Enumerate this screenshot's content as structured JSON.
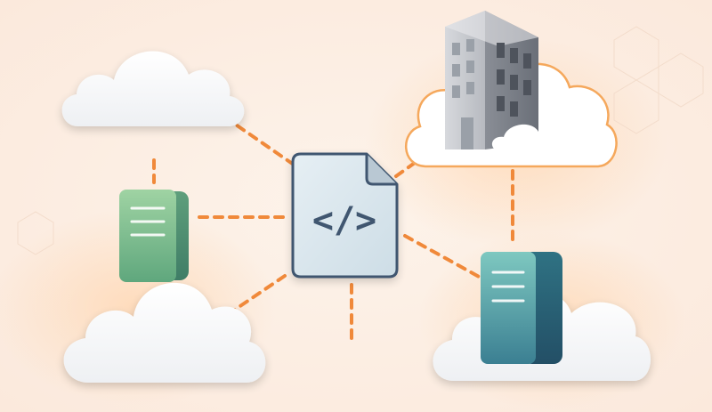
{
  "diagram": {
    "central_node": {
      "icon": "code-file-icon",
      "symbol": "</>"
    },
    "nodes": [
      {
        "id": "cloud-top-left",
        "icon": "cloud-icon"
      },
      {
        "id": "office-building-cloud",
        "icon": "building-icon"
      },
      {
        "id": "server-green-cloud",
        "icon": "server-icon"
      },
      {
        "id": "server-teal-cloud",
        "icon": "server-icon"
      }
    ],
    "connections": [
      [
        "central",
        "cloud-top-left"
      ],
      [
        "central",
        "office-building-cloud"
      ],
      [
        "central",
        "server-green-cloud"
      ],
      [
        "central",
        "server-teal-cloud"
      ],
      [
        "office-building-cloud",
        "server-teal-cloud"
      ]
    ]
  },
  "colors": {
    "background": "#fdf1e6",
    "connector": "#f0893a",
    "file_fill": "#dbe7ee",
    "file_stroke": "#3f5670",
    "server_green": "#7fbf8e",
    "server_teal": "#3f8f9a",
    "building": "#8f939b",
    "cloud": "#ffffff"
  }
}
